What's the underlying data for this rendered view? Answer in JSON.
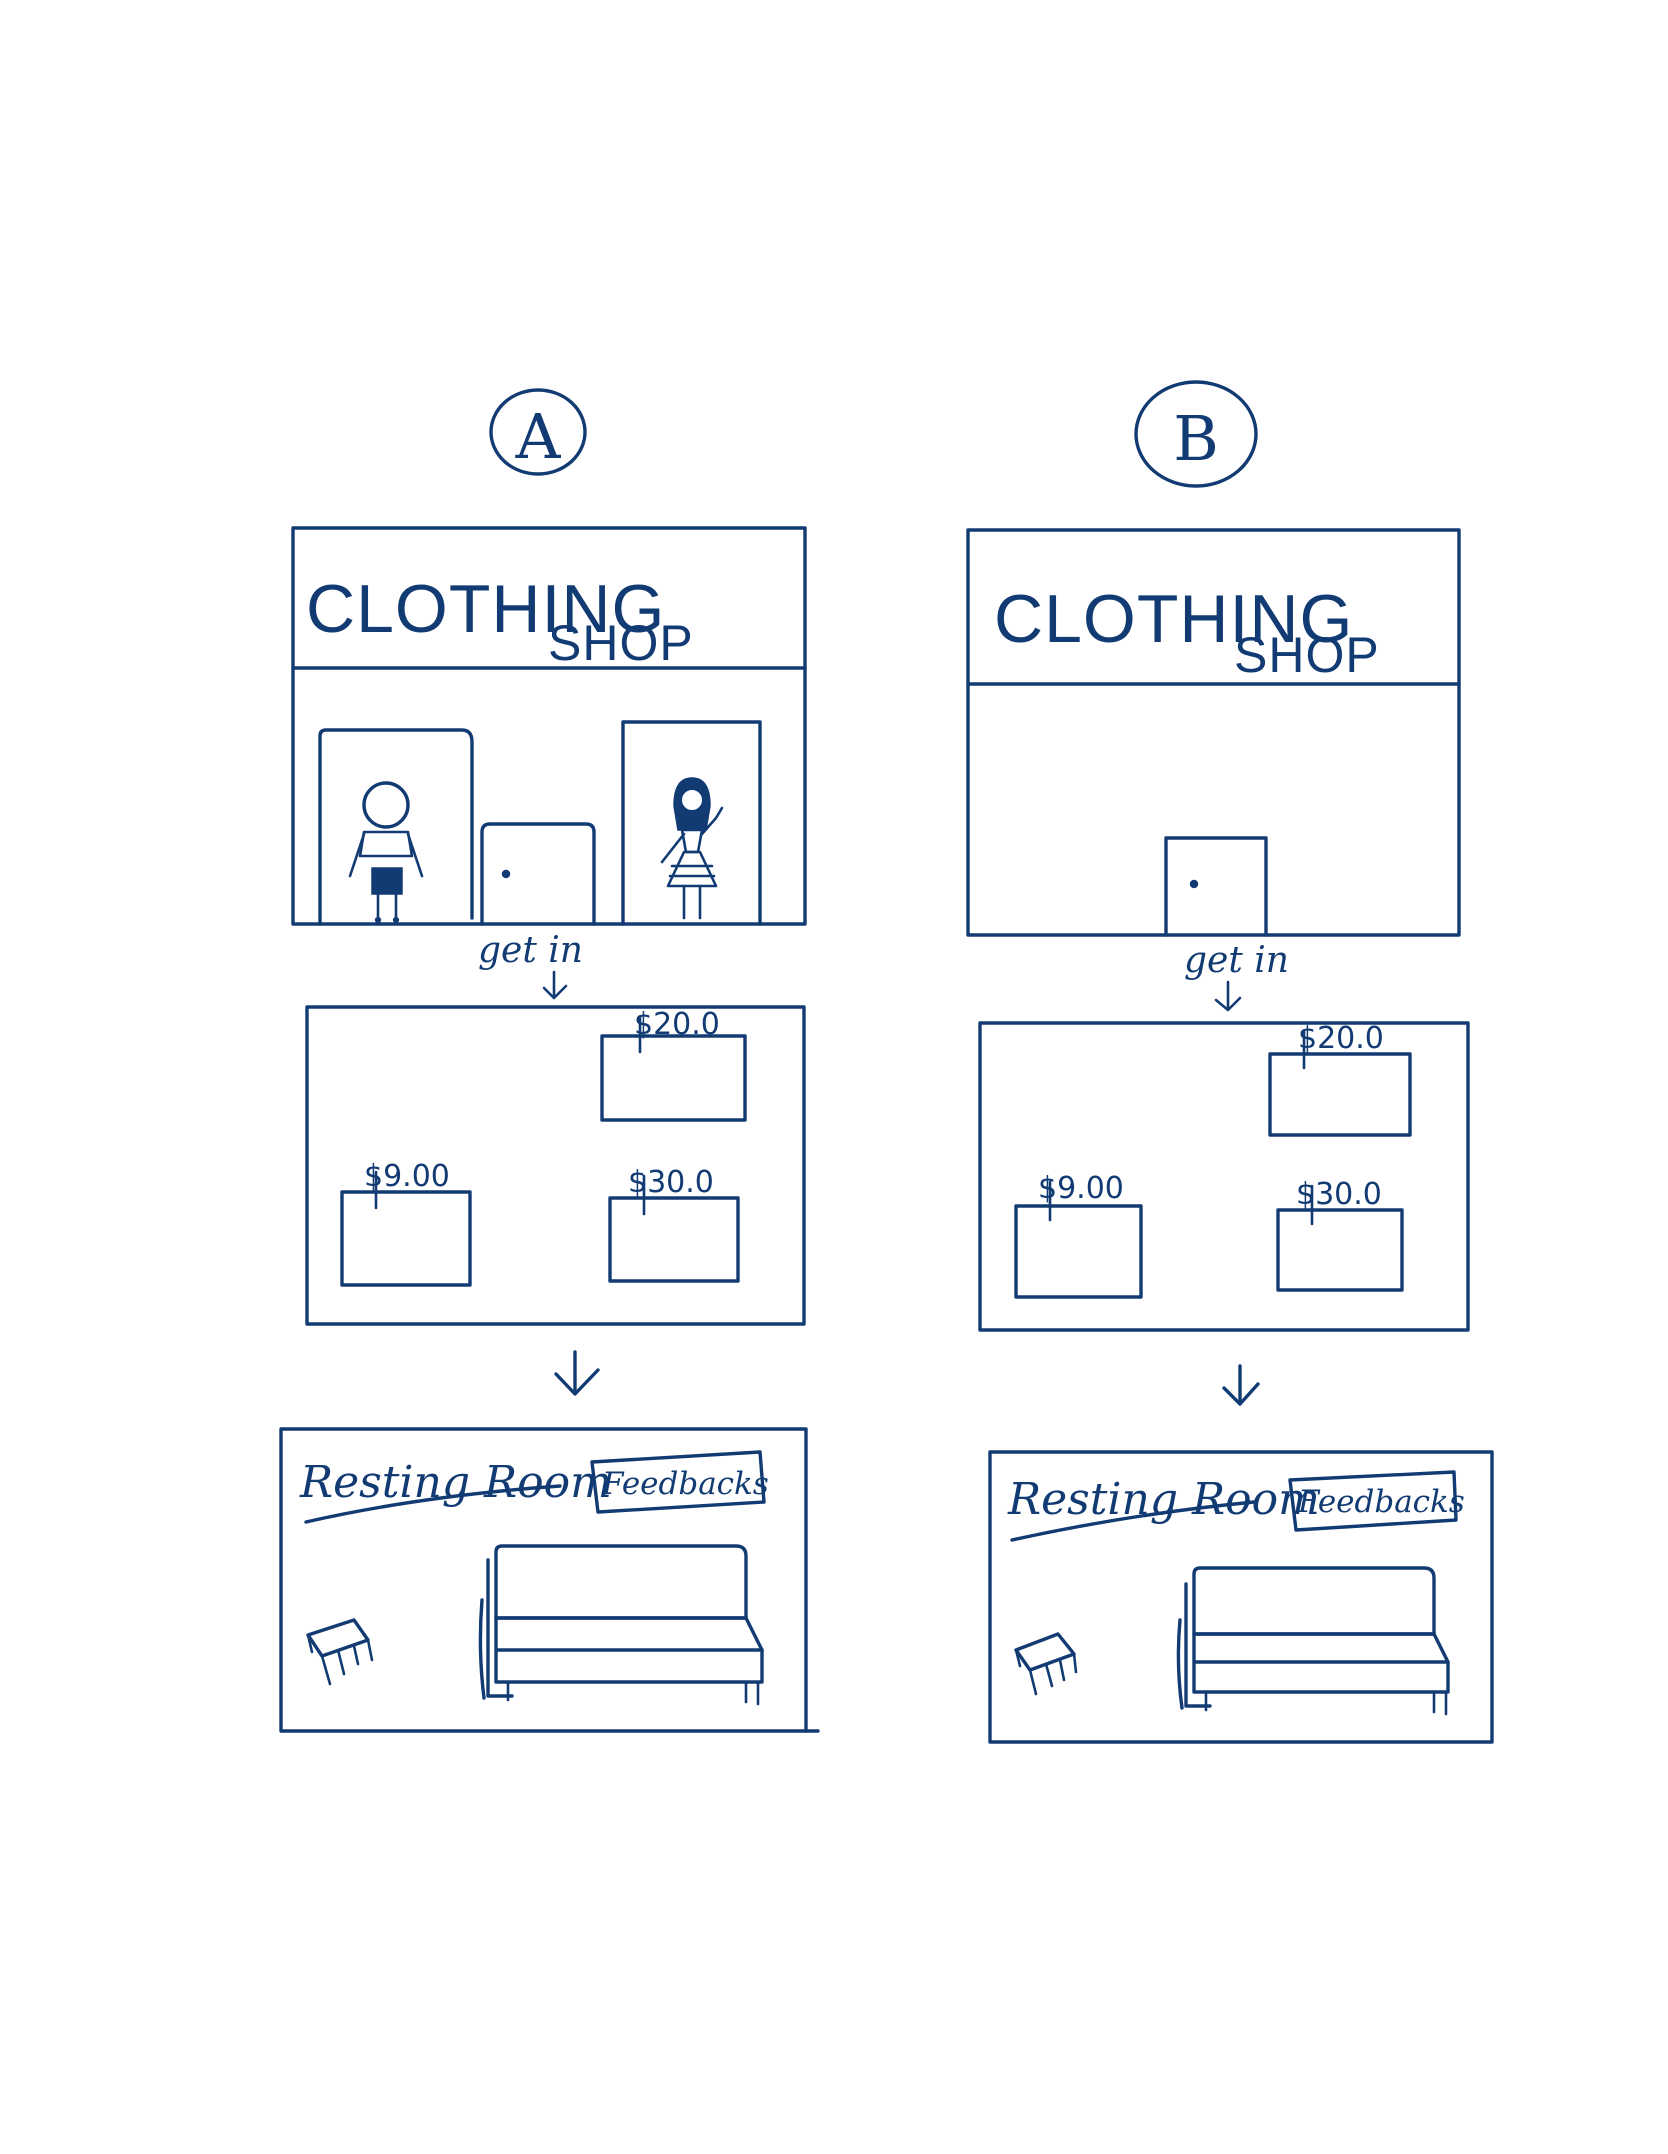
{
  "panels": [
    {
      "id": "A",
      "label": "A",
      "shop_title_line1": "CLOTHING",
      "shop_title_line2": "SHOP",
      "transition_label": "get in",
      "prices": [
        "$20.0",
        "$9.00",
        "$30.0"
      ],
      "room_title": "Resting Room",
      "feedback_label": "Feedbacks"
    },
    {
      "id": "B",
      "label": "B",
      "shop_title_line1": "CLOTHING",
      "shop_title_line2": "SHOP",
      "transition_label": "get in",
      "prices": [
        "$20.0",
        "$9.00",
        "$30.0"
      ],
      "room_title": "Resting Room",
      "feedback_label": "Feedbacks"
    }
  ],
  "colors": {
    "ink": "#123b73",
    "paper": "#ffffff"
  }
}
